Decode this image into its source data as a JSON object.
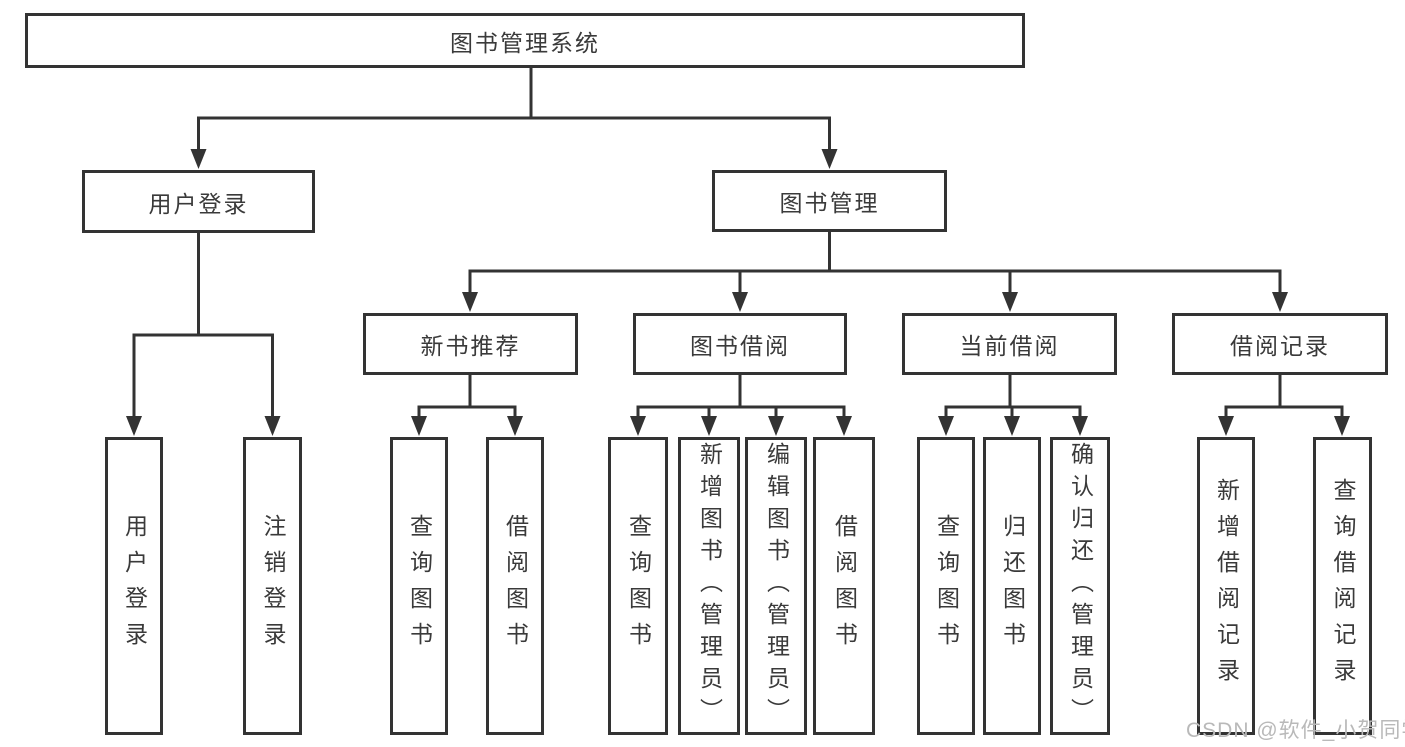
{
  "theme": {
    "bg": "#ffffff",
    "line": "#333333",
    "text": "#3a3a3a",
    "watermark": "#b9b9b9"
  },
  "tree": {
    "root": {
      "label": "图书管理系统"
    },
    "branches": [
      {
        "label": "用户登录",
        "leaves": [
          {
            "label": "用户登录"
          },
          {
            "label": "注销登录"
          }
        ]
      },
      {
        "label": "图书管理",
        "groups": [
          {
            "label": "新书推荐",
            "leaves": [
              {
                "label": "查询图书"
              },
              {
                "label": "借阅图书"
              }
            ]
          },
          {
            "label": "图书借阅",
            "leaves": [
              {
                "label": "查询图书"
              },
              {
                "label": "新增图书（管理员）"
              },
              {
                "label": "编辑图书（管理员）"
              },
              {
                "label": "借阅图书"
              }
            ]
          },
          {
            "label": "当前借阅",
            "leaves": [
              {
                "label": "查询图书"
              },
              {
                "label": "归还图书"
              },
              {
                "label": "确认归还（管理员）"
              }
            ]
          },
          {
            "label": "借阅记录",
            "leaves": [
              {
                "label": "新增借阅记录"
              },
              {
                "label": "查询借阅记录"
              }
            ]
          }
        ]
      }
    ]
  },
  "watermark": {
    "text": "CSDN @软件_小贺同学"
  }
}
